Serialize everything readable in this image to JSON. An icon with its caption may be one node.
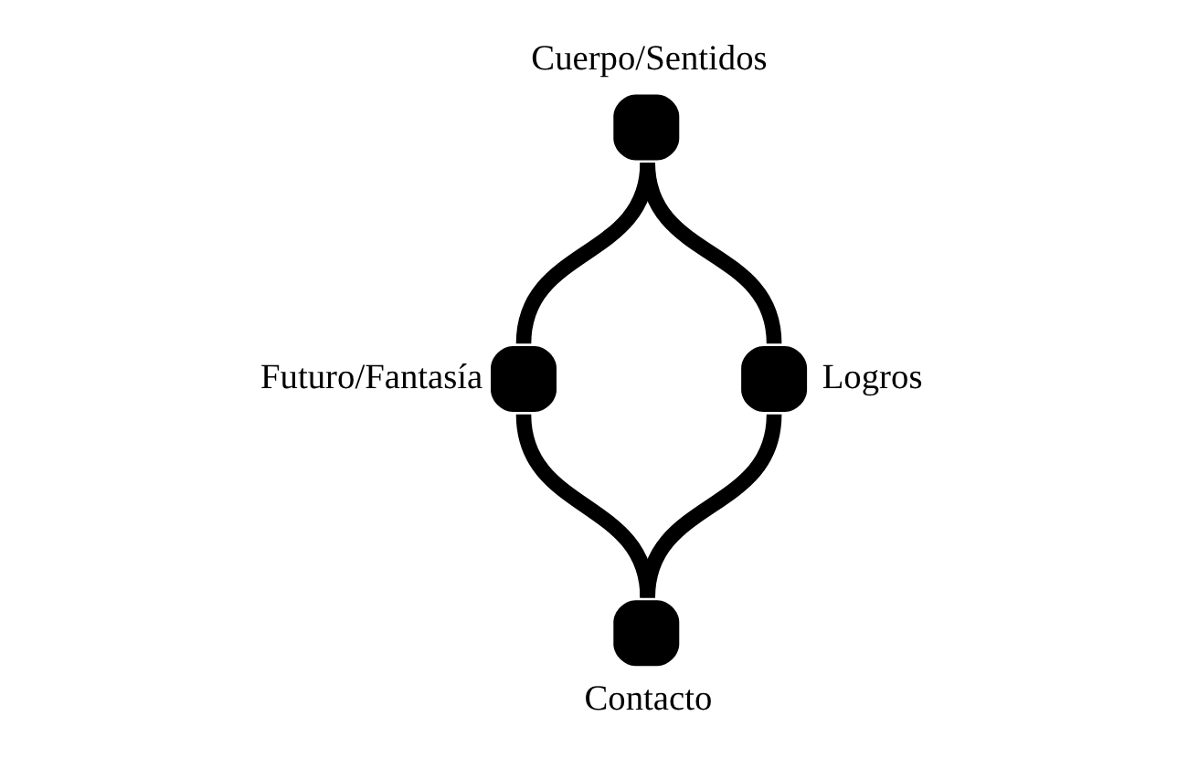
{
  "diagram": {
    "nodes": [
      {
        "text": [],
        "shape": "circle",
        "beside": [
          "Cuerpo/Sentidos"
        ]
      },
      {
        "text": [],
        "shape": "circle",
        "beside": [
          "Futuro/Fantasía"
        ]
      },
      {
        "text": [],
        "shape": "circle",
        "beside": [
          "Logros"
        ]
      },
      {
        "text": [],
        "shape": "circle",
        "beside": [
          "Contacto"
        ]
      }
    ],
    "edges": [
      {
        "from": 0,
        "to": 1,
        "arrow": "none"
      },
      {
        "from": 0,
        "to": 2,
        "arrow": "none"
      },
      {
        "from": 1,
        "to": 3,
        "arrow": "none"
      },
      {
        "from": 2,
        "to": 3,
        "arrow": "none"
      }
    ]
  }
}
